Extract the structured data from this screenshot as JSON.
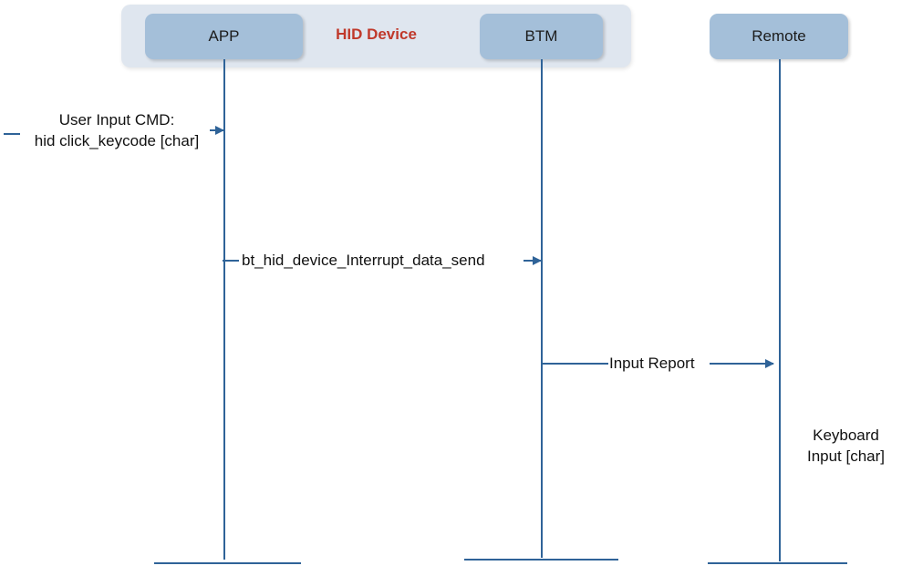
{
  "group": {
    "label": "HID Device"
  },
  "actors": {
    "app": "APP",
    "btm": "BTM",
    "remote": "Remote"
  },
  "messages": {
    "user_cmd": [
      "User Input CMD:",
      "hid click_keycode [char]"
    ],
    "interrupt_send": "bt_hid_device_Interrupt_data_send",
    "input_report": "Input Report",
    "keyboard_input": [
      "Keyboard",
      "Input [char]"
    ]
  },
  "colors": {
    "line": "#2f6398",
    "actor_fill": "#a4bfd9",
    "group_fill": "#dfe6ef",
    "group_label": "#c0392b"
  }
}
